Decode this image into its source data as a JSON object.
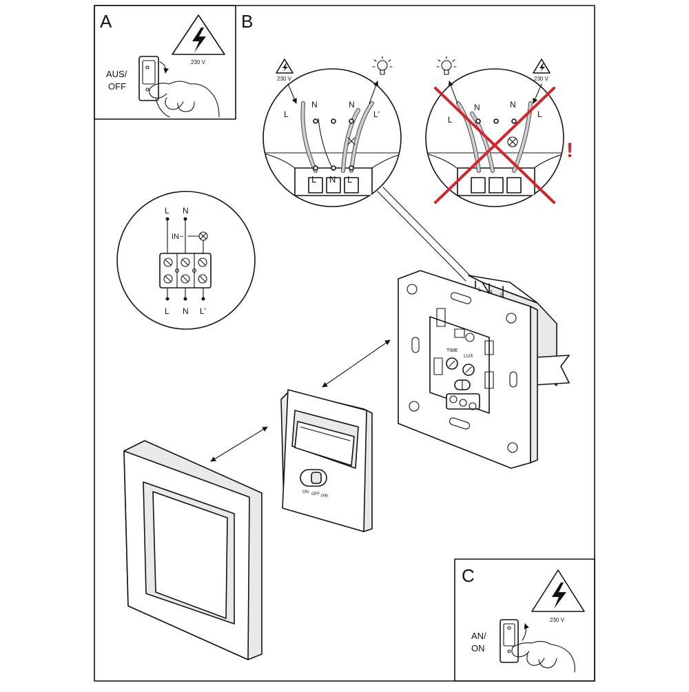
{
  "panels": {
    "a": {
      "letter": "A",
      "voltage": "230 V",
      "switch_label_1": "AUS/",
      "switch_label_2": "OFF"
    },
    "b": {
      "letter": "B"
    },
    "c": {
      "letter": "C",
      "voltage": "230 V",
      "switch_label_1": "AN/",
      "switch_label_2": "ON"
    }
  },
  "wiring_correct": {
    "voltage": "230 V",
    "wire_L_top": "L",
    "wire_N_top": "N",
    "wire_N2_top": "N",
    "wire_L2_top": "L'",
    "terminal_1": "L",
    "terminal_2": "N",
    "terminal_3": "L"
  },
  "wiring_wrong": {
    "voltage": "230 V",
    "wire_L_top": "L",
    "wire_N_top": "N",
    "wire_N2_top": "N",
    "wire_L2_top": "L",
    "warning_mark": "!"
  },
  "schematic": {
    "top_L": "L",
    "top_N": "N",
    "input_label": "IN~",
    "bottom_L": "L",
    "bottom_N": "N",
    "bottom_L2": "L'"
  },
  "insert_labels": {
    "knob_time": "TIME",
    "knob_lux": "LUX",
    "terminal_L": "L",
    "terminal_N": "N",
    "terminal_L2": "L"
  },
  "cover_slider": {
    "on": "ON",
    "off": "OFF",
    "pir": "PIR"
  },
  "colors": {
    "warning_red": "#d8232a",
    "line": "#111111"
  }
}
